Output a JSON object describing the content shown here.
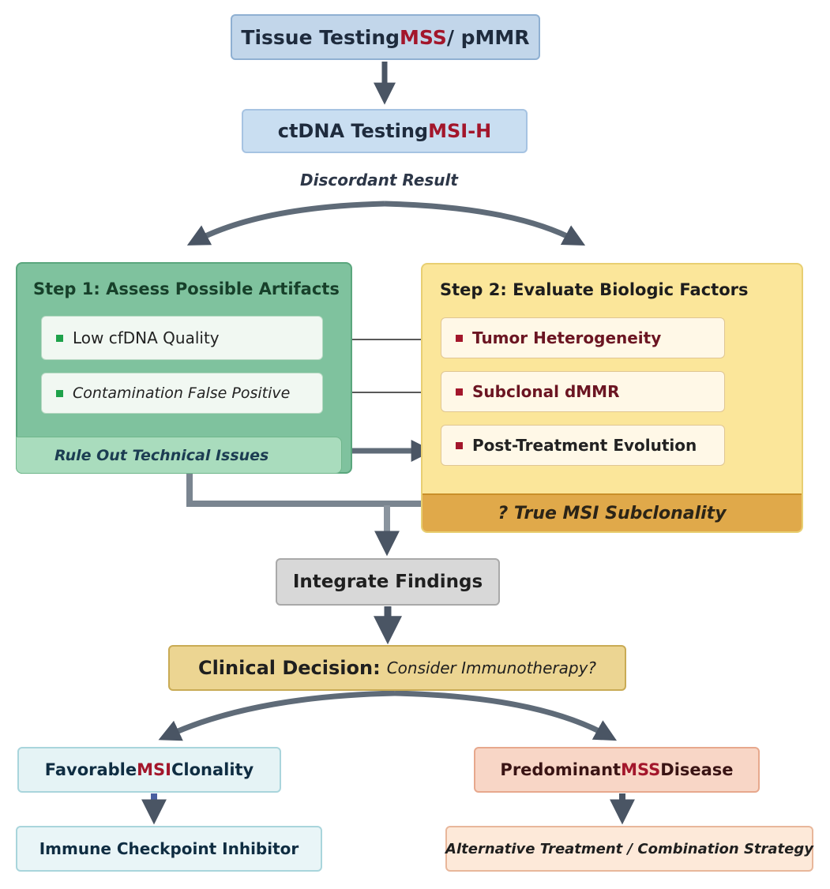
{
  "top": {
    "a": "Tissue Testing ",
    "b": "MSS",
    "c": " / pMMR"
  },
  "ctdna": {
    "a": "ctDNA Testing ",
    "b": "MSI-H"
  },
  "discordant": "Discordant Result",
  "step1": {
    "title": "Step 1: Assess Possible Artifacts",
    "items": [
      "Low cfDNA Quality",
      "Contamination False Positive"
    ],
    "footer": "Rule Out Technical Issues"
  },
  "step2": {
    "title": "Step 2: Evaluate Biologic Factors",
    "items": [
      "Tumor Heterogeneity",
      "Subclonal dMMR",
      "Post-Treatment Evolution"
    ],
    "footer": "? True MSI Subclonality"
  },
  "integrate": "Integrate Findings",
  "decision": {
    "a": "Clinical Decision:",
    "b": "Consider Immunotherapy?"
  },
  "left": {
    "outcome": {
      "a": "Favorable ",
      "b": "MSI",
      "c": " Clonality"
    },
    "action": "Immune Checkpoint Inhibitor"
  },
  "right": {
    "outcome": {
      "a": "Predominant ",
      "b": "MSS",
      "c": " Disease"
    },
    "action": "Alternative Treatment / Combination Strategy"
  },
  "colors": {
    "highlight": "#a3162b",
    "step1_bg": "#7fc29e",
    "step2_bg": "#fbe69a",
    "arrow": "#4a5564"
  }
}
